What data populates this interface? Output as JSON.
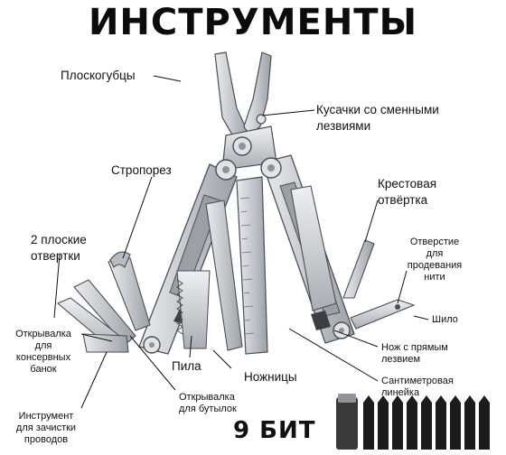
{
  "title": "ИНСТРУМЕНТЫ",
  "labels": {
    "pliers": "Плоскогубцы",
    "cutters_1": "Кусачки со сменными",
    "cutters_2": "лезвиями",
    "strap_cutter": "Стропорез",
    "cross_1": "Крестовая",
    "cross_2": "отвёртка",
    "flat_1": "2 плоские",
    "flat_2": "отвертки",
    "hole_1": "Отверстие",
    "hole_2": "для",
    "hole_3": "продевания",
    "hole_4": "нити",
    "awl": "Шило",
    "can_1": "Открывалка",
    "can_2": "для",
    "can_3": "консервных",
    "can_4": "банок",
    "knife_1": "Нож с прямым",
    "knife_2": "лезвием",
    "saw": "Пила",
    "scissors": "Ножницы",
    "ruler_1": "Сантиметровая",
    "ruler_2": "линейка",
    "bottle_1": "Открывалка",
    "bottle_2": "для бутылок",
    "strip_1": "Инструмент",
    "strip_2": "для зачистки",
    "strip_3": "проводов",
    "bits": "9 БИТ"
  },
  "colors": {
    "steel": "#c9ccd0",
    "steel_dark": "#8e9399",
    "outline": "#4a4f55",
    "bit_black": "#1c1c1e",
    "text": "#111111"
  }
}
